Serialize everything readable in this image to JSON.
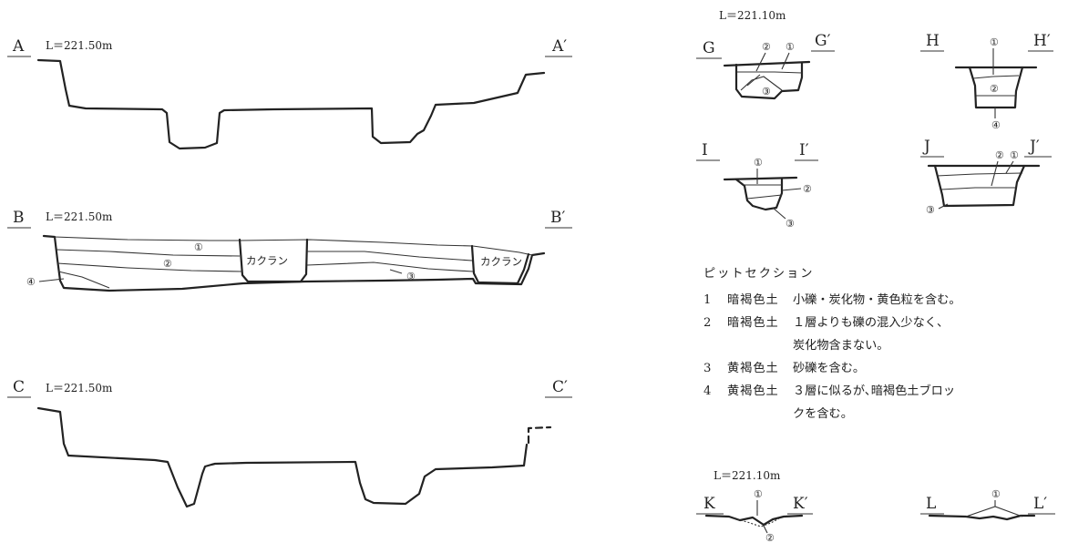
{
  "sections": {
    "A": {
      "left": "A",
      "right": "A′",
      "level": "L＝221.50m"
    },
    "B": {
      "left": "B",
      "right": "B′",
      "level": "L＝221.50m"
    },
    "C": {
      "left": "C",
      "right": "C′",
      "level": "L＝221.50m"
    },
    "G": {
      "left": "G",
      "right": "G′",
      "level": "L＝221.10m"
    },
    "H": {
      "left": "H",
      "right": "H′"
    },
    "I": {
      "left": "I",
      "right": "I′"
    },
    "J": {
      "left": "J",
      "right": "J′"
    },
    "K": {
      "left": "K",
      "right": "K′",
      "level": "L＝221.10m"
    },
    "L": {
      "left": "L",
      "right": "L′"
    }
  },
  "layers": {
    "one": "①",
    "two": "②",
    "three": "③",
    "four": "④"
  },
  "disturbance_label": "カクラン",
  "legend": {
    "title": "ピットセクション",
    "items": [
      {
        "num": "1",
        "soil": "暗褐色土",
        "lines": [
          "小礫・炭化物・黄色粒を含む。"
        ]
      },
      {
        "num": "2",
        "soil": "暗褐色土",
        "lines": [
          "１層よりも礫の混入少なく、",
          "炭化物含まない。"
        ]
      },
      {
        "num": "3",
        "soil": "黄褐色土",
        "lines": [
          "砂礫を含む。"
        ]
      },
      {
        "num": "4",
        "soil": "黄褐色土",
        "lines": [
          "３層に似るが､暗褐色土ブロッ",
          "クを含む。"
        ]
      }
    ]
  }
}
